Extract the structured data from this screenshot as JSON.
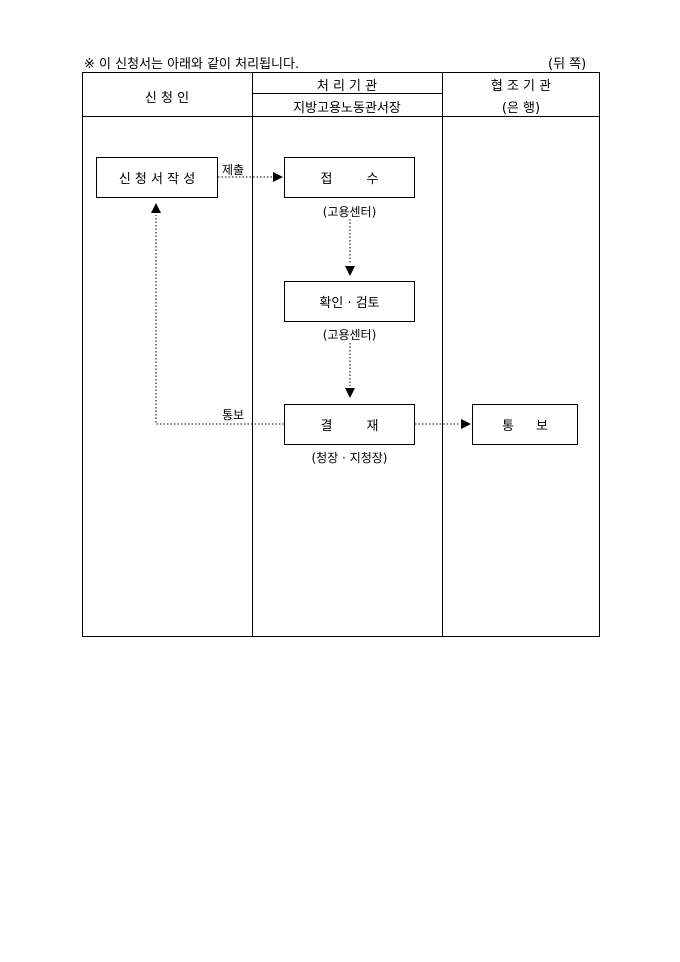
{
  "note": "※ 이 신청서는 아래와 같이 처리됩니다.",
  "page_side": "(뒤 쪽)",
  "columns": {
    "applicant": "신 청 인",
    "processing": "처 리 기 관",
    "processing_sub": "지방고용노동관서장",
    "cooperating": "협 조 기 관",
    "cooperating_sub": "(은 행)"
  },
  "steps": {
    "write": "신 청 서 작 성",
    "receive": "접 수",
    "receive_by": "(고용센터)",
    "review": "확인 · 검토",
    "review_by": "(고용센터)",
    "approve": "결 재",
    "approve_by": "(청장 · 지청장)",
    "notify": "통 보"
  },
  "flow_labels": {
    "submit": "제출",
    "notify_back": "통보"
  }
}
